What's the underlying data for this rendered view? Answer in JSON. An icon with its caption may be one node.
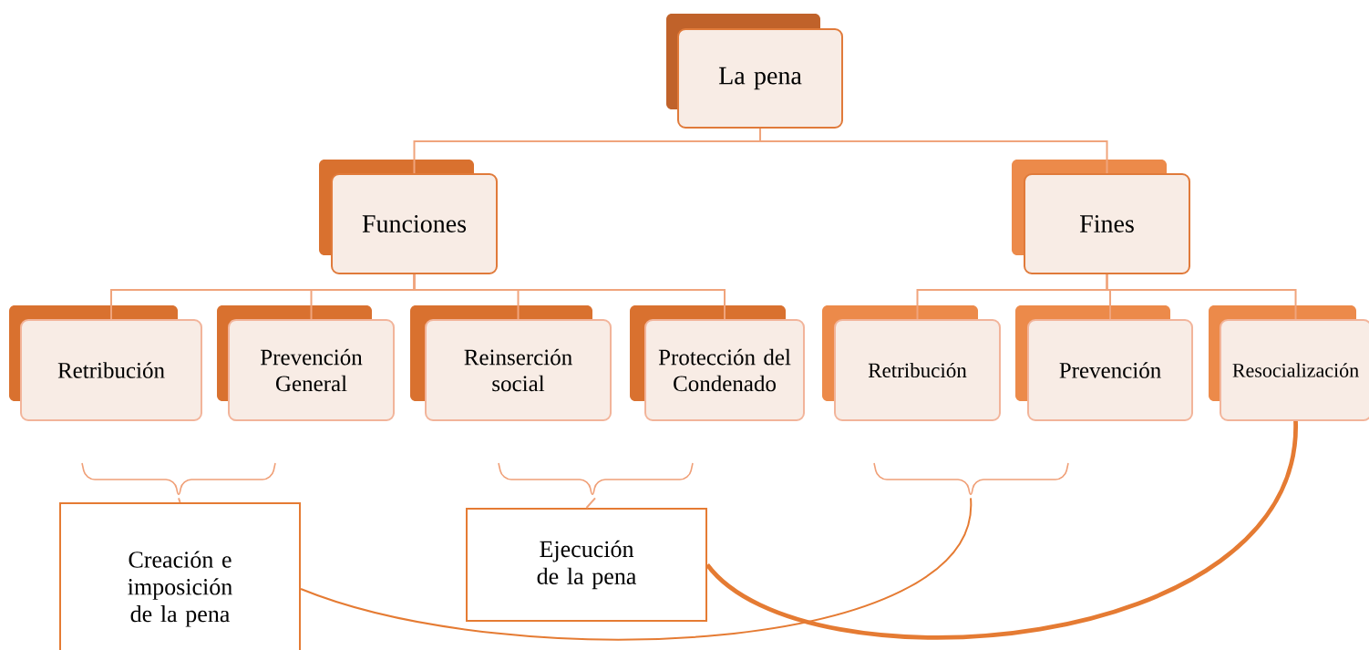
{
  "diagram": {
    "nodes": [
      {
        "text": [
          "La pena"
        ]
      },
      {
        "text": [
          "Funciones"
        ]
      },
      {
        "text": [
          "Fines"
        ]
      },
      {
        "text": [
          "Retribución"
        ]
      },
      {
        "text": [
          "Prevención General"
        ]
      },
      {
        "text": [
          "Reinserción social"
        ]
      },
      {
        "text": [
          "Protección del Condenado"
        ]
      },
      {
        "text": [
          "Retribución"
        ]
      },
      {
        "text": [
          "Prevención"
        ]
      },
      {
        "text": [
          "Resocialización"
        ]
      },
      {
        "text": [
          "Creación e imposición de la pena"
        ]
      },
      {
        "text": [
          "Ejecución de la pena"
        ]
      },
      {
        "text": [],
        "shape": "brace"
      },
      {
        "text": [],
        "shape": "brace"
      },
      {
        "text": [],
        "shape": "brace"
      }
    ],
    "edges": [
      {
        "from": 0,
        "to": 1,
        "arrow": "none"
      },
      {
        "from": 0,
        "to": 2,
        "arrow": "none"
      },
      {
        "from": 1,
        "to": 3,
        "arrow": "none"
      },
      {
        "from": 1,
        "to": 4,
        "arrow": "none"
      },
      {
        "from": 1,
        "to": 5,
        "arrow": "none"
      },
      {
        "from": 1,
        "to": 6,
        "arrow": "none"
      },
      {
        "from": 2,
        "to": 7,
        "arrow": "none"
      },
      {
        "from": 2,
        "to": 8,
        "arrow": "none"
      },
      {
        "from": 2,
        "to": 9,
        "arrow": "none"
      },
      {
        "from": 12,
        "to": 10,
        "arrow": "none"
      },
      {
        "from": 13,
        "to": 11,
        "arrow": "none"
      },
      {
        "from": 10,
        "to": 14,
        "arrow": "none",
        "color": "#e57b33"
      },
      {
        "from": 11,
        "to": 9,
        "arrow": "none",
        "color": "#e57b33",
        "style": "thick"
      }
    ]
  }
}
